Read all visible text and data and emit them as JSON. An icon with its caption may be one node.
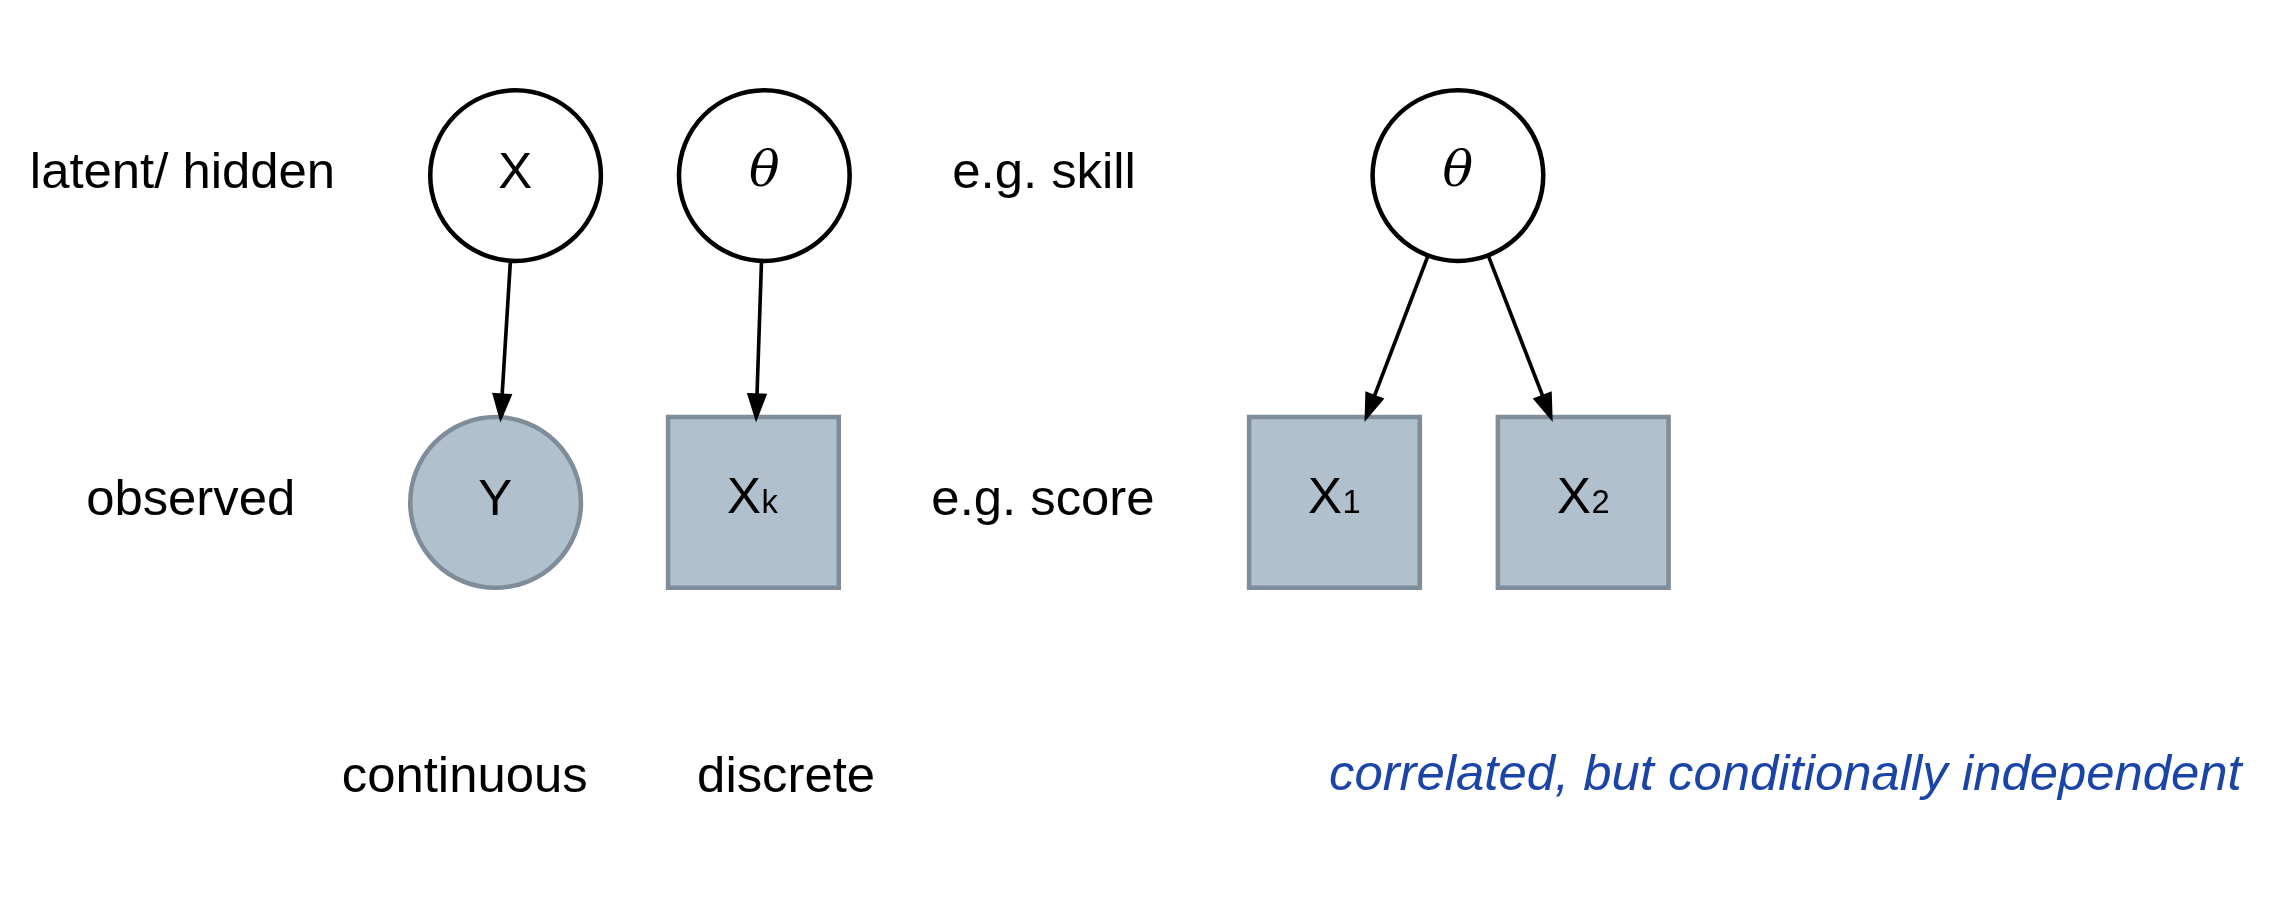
{
  "diagram": {
    "nodes": [
      {
        "text": [
          "X"
        ]
      },
      {
        "text": [
          "Y"
        ],
        "beside": [
          "continuous"
        ]
      },
      {
        "text": [
          "θ"
        ]
      },
      {
        "text": [
          "X$_{k}$"
        ],
        "beside": [
          "discrete"
        ]
      },
      {
        "text": [
          "θ"
        ]
      },
      {
        "text": [
          "X$_{1}$"
        ]
      },
      {
        "text": [
          "X$_{2}$"
        ]
      }
    ],
    "edges": [
      {
        "from": 0,
        "to": 1,
        "arrow": "to"
      },
      {
        "from": 2,
        "to": 3,
        "arrow": "to"
      },
      {
        "from": 4,
        "to": 5,
        "arrow": "to"
      },
      {
        "from": 4,
        "to": 6,
        "arrow": "to"
      }
    ],
    "labels": [
      "latent/ hidden",
      "e.g. skill",
      "observed",
      "e.g. score",
      "correlated, but conditionally independent"
    ]
  }
}
